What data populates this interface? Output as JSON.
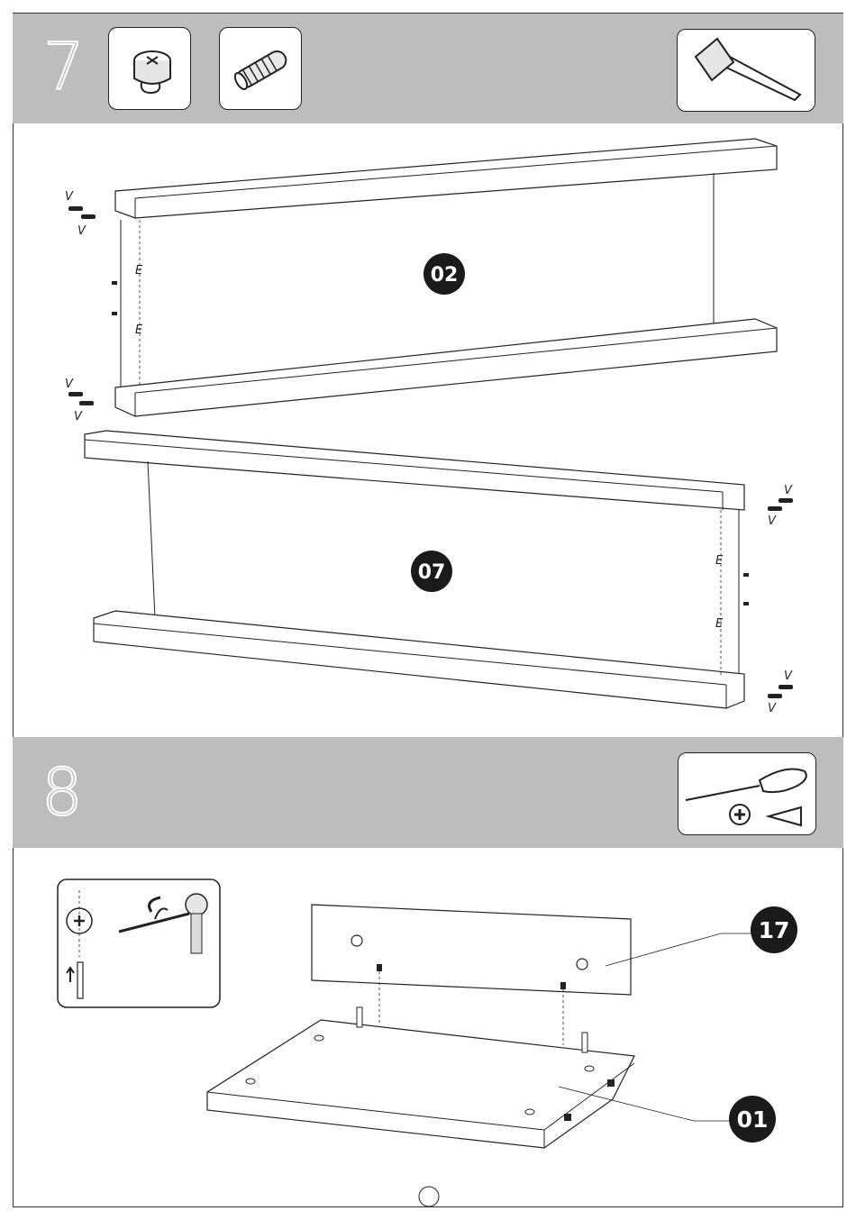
{
  "step7": {
    "number": "7",
    "panels": [
      {
        "letter": "V",
        "hardware": "E"
      },
      {
        "letter": "V",
        "hardware": "E"
      }
    ]
  },
  "step8": {
    "number": "8"
  },
  "labels": {
    "hardware_v": "V",
    "hardware_e": "E"
  },
  "parts": {
    "panel_top": "02",
    "panel_bottom": "07",
    "back_panel": "17",
    "base_panel": "01"
  },
  "icons": {
    "tool_hammer": "hammer-icon",
    "tool_screwdriver": "screwdriver-icon",
    "hw_cam_lock": "cam-lock-icon",
    "hw_dowel": "dowel-icon"
  }
}
